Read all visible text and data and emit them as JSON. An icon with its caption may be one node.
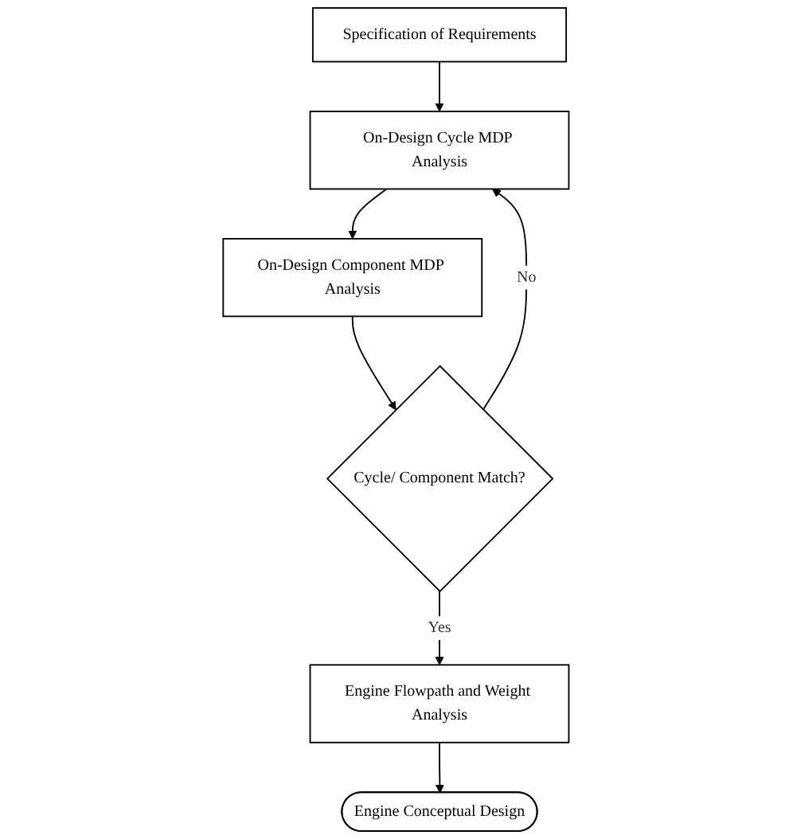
{
  "diagram": {
    "nodes": [
      {
        "text": [
          "Specification of Requirements"
        ]
      },
      {
        "text": [
          "On-Design Cycle MDP Analysis"
        ]
      },
      {
        "text": [
          "On-Design Component MDP Analysis"
        ]
      },
      {
        "text": [
          "Cycle/ Component Match?"
        ]
      },
      {
        "text": [
          "Engine Flowpath and Weight Analysis"
        ]
      },
      {
        "text": [
          "Engine Conceptual Design"
        ]
      }
    ],
    "edges": [
      {
        "from": 0,
        "to": 1,
        "arrow": "to"
      },
      {
        "from": 1,
        "to": 2,
        "arrow": "to"
      },
      {
        "from": 2,
        "to": 3,
        "arrow": "to"
      },
      {
        "from": 3,
        "to": 1,
        "arrow": "to",
        "label": "No"
      },
      {
        "from": 3,
        "to": 4,
        "arrow": "to",
        "label": "Yes"
      },
      {
        "from": 4,
        "to": 5,
        "arrow": "to"
      }
    ]
  }
}
